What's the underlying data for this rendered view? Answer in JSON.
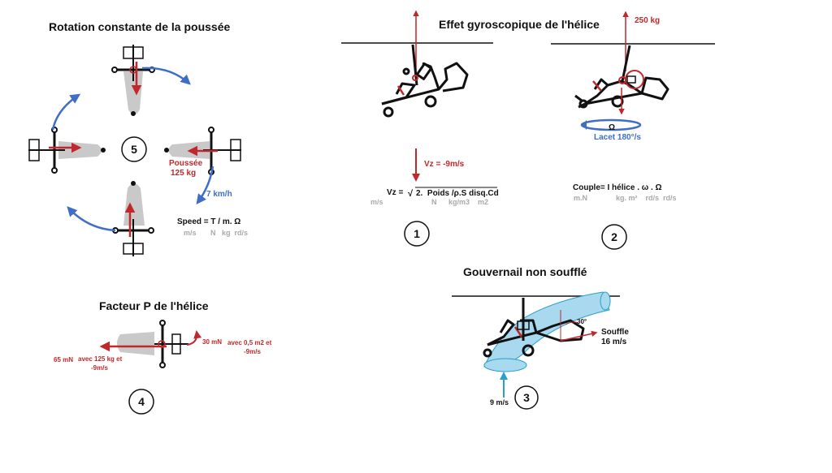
{
  "colors": {
    "red": "#c0282c",
    "blue": "#3f6ec7",
    "grey": "#a9a9a9",
    "water": "#a9d9ee"
  },
  "panel5": {
    "title": "Rotation  constante de la poussée",
    "number": "5",
    "thrust_label_1": "Poussée",
    "thrust_label_2": "125 kg",
    "speed_label": "7 km/h",
    "formula": "Speed = T / m. Ω",
    "units": "m/s       N   kg  rd/s"
  },
  "panel4": {
    "title": "Facteur P de l'hélice",
    "number": "4",
    "left_force": "65 mN",
    "left_note_1": "avec 125 kg et",
    "left_note_2": "-9m/s",
    "right_force": "30 mN",
    "right_note_1": "avec 0,5 m2 et",
    "right_note_2": "-9m/s"
  },
  "panel1": {
    "title": "Effet gyroscopique de l'hélice",
    "number": "1",
    "vz_label": "Vz = -9m/s",
    "formula_lhs": "Vz =",
    "formula_sqrt": "√",
    "formula_rhs": "2.  Poids /ρ.S disq.Cd",
    "unit_ms": "m/s",
    "unit_n": "N",
    "unit_kgm3": "kg/m3",
    "unit_m2": "m2"
  },
  "panel2": {
    "number": "2",
    "weight_label": "250 kg",
    "omega": "Ω",
    "yaw_label": "Lacet 180°/s",
    "couple_formula": "Couple= I hélice . ω . Ω",
    "units": "m.N              kg. m²    rd/s  rd/s"
  },
  "panel3": {
    "title": "Gouvernail non soufflé",
    "number": "3",
    "angle": "30°",
    "souffle_1": "Souffle",
    "souffle_2": "16 m/s",
    "inflow": "9 m/s"
  }
}
